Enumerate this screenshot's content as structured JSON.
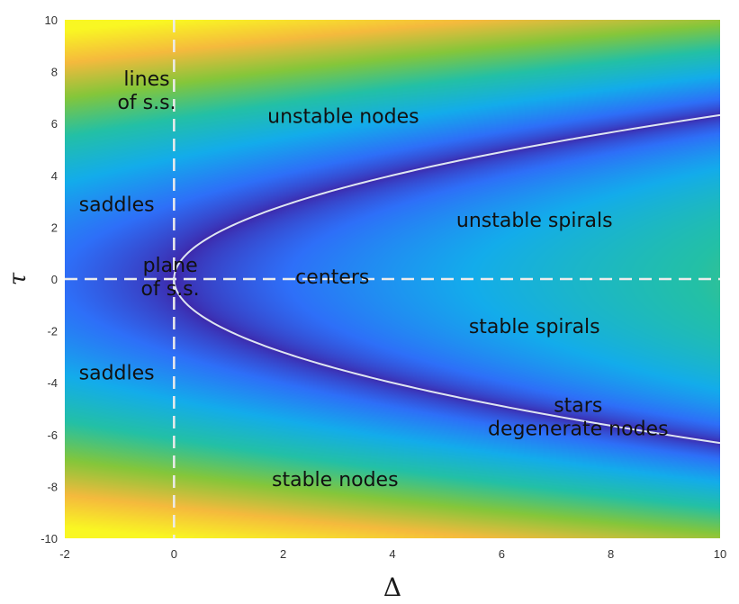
{
  "chart_data": {
    "type": "heatmap",
    "title": "",
    "xlabel": "Δ",
    "ylabel": "τ",
    "xlim": [
      -2,
      10
    ],
    "ylim": [
      -10,
      10
    ],
    "x_ticks": [
      "-2",
      "0",
      "2",
      "4",
      "6",
      "8",
      "10"
    ],
    "y_ticks": [
      "-10",
      "-8",
      "-6",
      "-4",
      "-2",
      "0",
      "2",
      "4",
      "6",
      "8",
      "10"
    ],
    "colormap": "parula",
    "colormap_colors": [
      "#3e26a8",
      "#2e6ff8",
      "#13aceb",
      "#23c0a6",
      "#85c63a",
      "#f5ba3d",
      "#f9f723"
    ],
    "surface": "|τ² − 4Δ|",
    "curves": [
      {
        "name": "τ² = 4Δ",
        "equation": "tau^2 = 4*Delta",
        "color": "#dde6f2",
        "style": "solid"
      }
    ],
    "reference_lines": [
      {
        "axis": "x",
        "value": 0,
        "style": "dashed",
        "color": "#ececec"
      },
      {
        "axis": "y",
        "value": 0,
        "style": "dashed",
        "color": "#ececec"
      }
    ],
    "annotations": [
      {
        "lines": [
          "lines",
          "of s.s."
        ],
        "x": -0.5,
        "y": 7.3
      },
      {
        "lines": [
          "unstable nodes"
        ],
        "x": 3.1,
        "y": 6.3
      },
      {
        "lines": [
          "saddles"
        ],
        "x": -1.05,
        "y": 2.9
      },
      {
        "lines": [
          "unstable spirals"
        ],
        "x": 6.6,
        "y": 2.3
      },
      {
        "lines": [
          "plane",
          "of s.s."
        ],
        "x": -0.07,
        "y": 0.1
      },
      {
        "lines": [
          "centers"
        ],
        "x": 2.9,
        "y": 0.1
      },
      {
        "lines": [
          "stable spirals"
        ],
        "x": 6.6,
        "y": -1.8
      },
      {
        "lines": [
          "saddles"
        ],
        "x": -1.05,
        "y": -3.6
      },
      {
        "lines": [
          "stars",
          "degenerate nodes"
        ],
        "x": 7.4,
        "y": -5.3
      },
      {
        "lines": [
          "stable nodes"
        ],
        "x": 2.95,
        "y": -7.7
      }
    ],
    "grid": false,
    "legend": "none"
  }
}
